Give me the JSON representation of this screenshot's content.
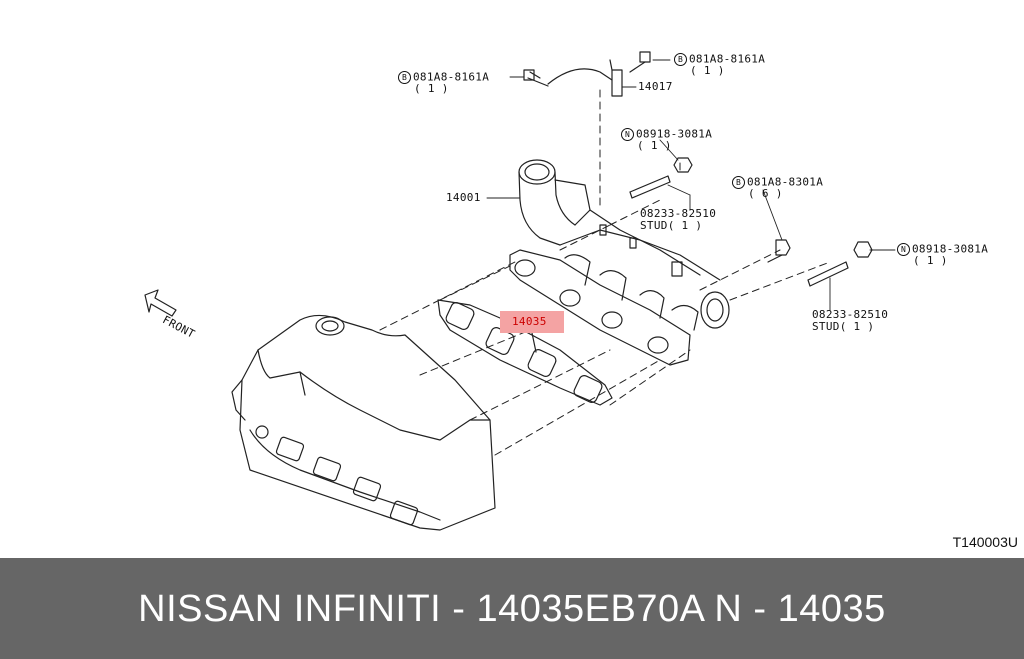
{
  "diagram": {
    "direction_label": "FRONT",
    "code": "T140003U",
    "highlight_color": "#f4a3a3",
    "callouts": [
      {
        "prefix": "B",
        "part": "081A8-8161A",
        "qty": "( 1 )"
      },
      {
        "prefix": "B",
        "part": "081A8-8161A",
        "qty": "( 1 )"
      },
      {
        "prefix": "",
        "part": "14017",
        "qty": ""
      },
      {
        "prefix": "N",
        "part": "08918-3081A",
        "qty": "( 1 )"
      },
      {
        "prefix": "",
        "part": "14001",
        "qty": ""
      },
      {
        "prefix": "B",
        "part": "081A8-8301A",
        "qty": "( 6 )"
      },
      {
        "prefix": "",
        "part": "08233-82510",
        "qty": "STUD( 1 )"
      },
      {
        "prefix": "N",
        "part": "08918-3081A",
        "qty": "( 1 )"
      },
      {
        "prefix": "",
        "part": "14035",
        "qty": ""
      },
      {
        "prefix": "",
        "part": "08233-82510",
        "qty": "STUD( 1 )"
      }
    ]
  },
  "footer": {
    "text": "NISSAN  INFINITI - 14035EB70A     N - 14035",
    "background": "#666666"
  }
}
